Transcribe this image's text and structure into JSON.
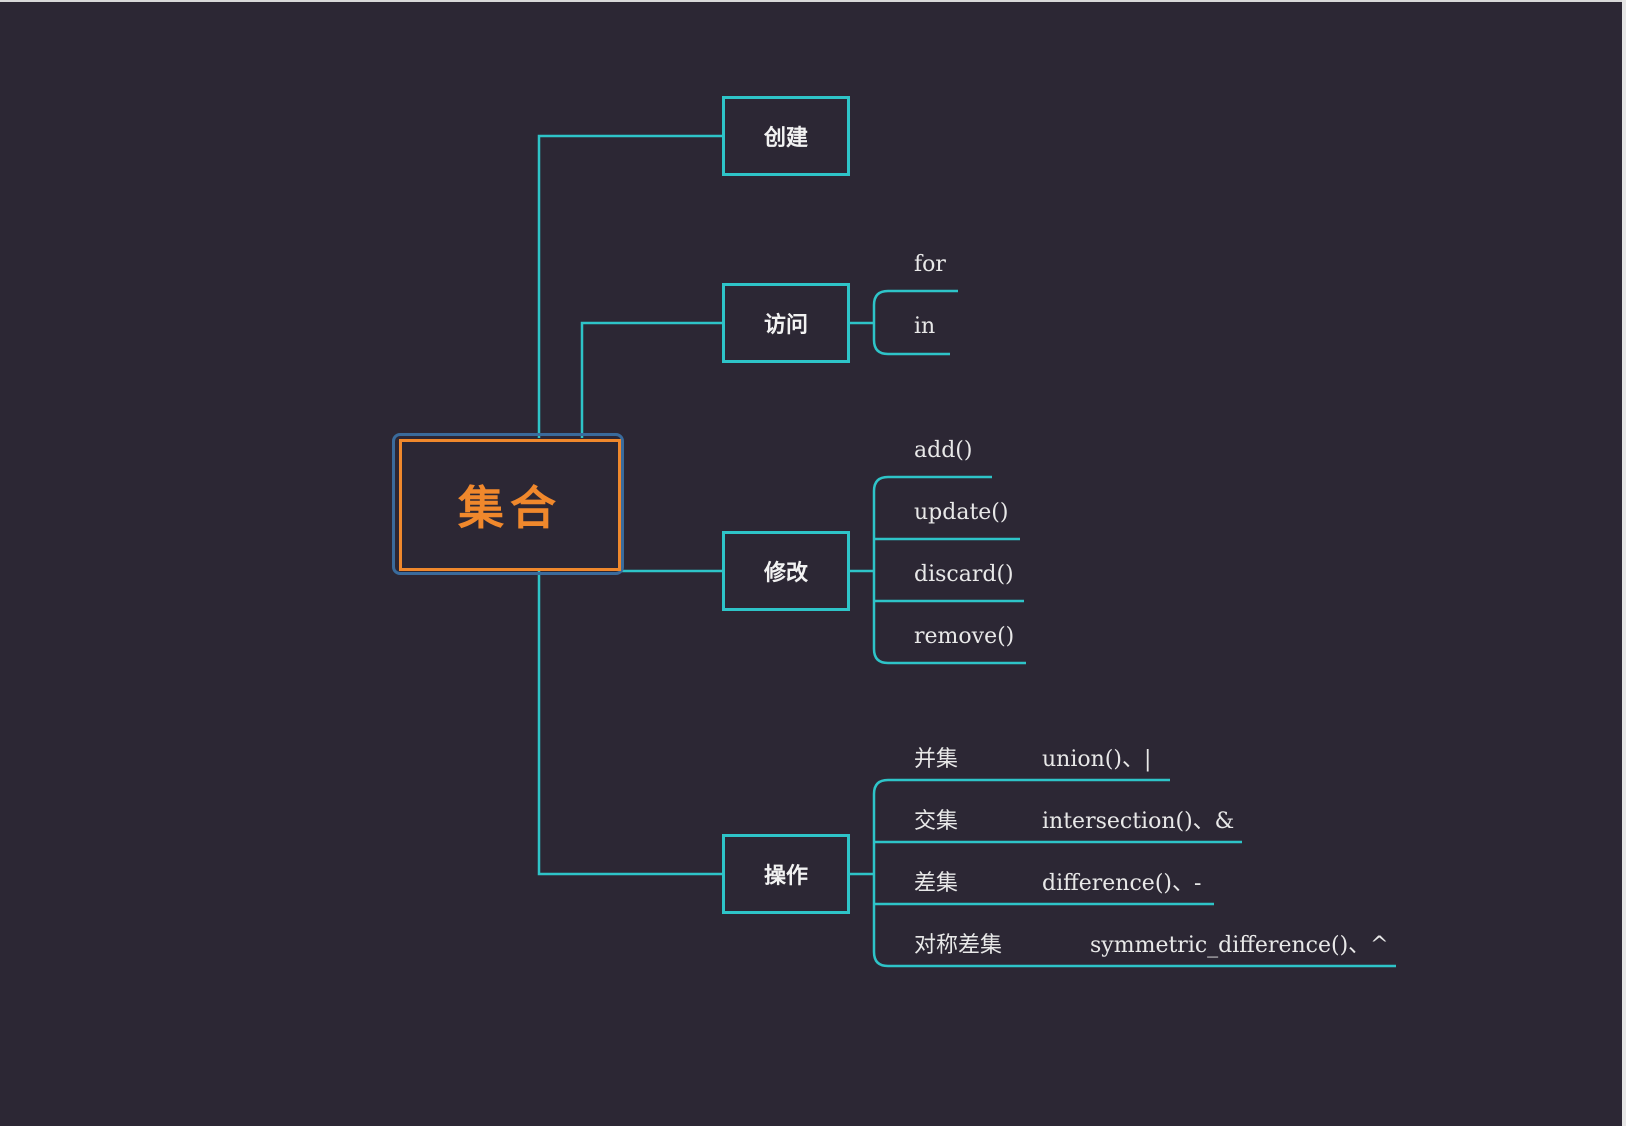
{
  "root": {
    "label": "集合"
  },
  "branches": [
    {
      "label": "创建",
      "items": []
    },
    {
      "label": "访问",
      "items": [
        "for",
        "in"
      ]
    },
    {
      "label": "修改",
      "items": [
        "add()",
        "update()",
        "discard()",
        "remove()"
      ]
    },
    {
      "label": "操作",
      "items": [
        {
          "name": "并集",
          "value": "union()、|"
        },
        {
          "name": "交集",
          "value": "intersection()、&"
        },
        {
          "name": "差集",
          "value": "difference()、-"
        },
        {
          "name": "对称差集",
          "value": "symmetric_difference()、^"
        }
      ]
    }
  ],
  "colors": {
    "background": "#2c2734",
    "line": "#2ec4c8",
    "root_accent": "#f0882c",
    "root_frame": "#3a6b9c"
  }
}
